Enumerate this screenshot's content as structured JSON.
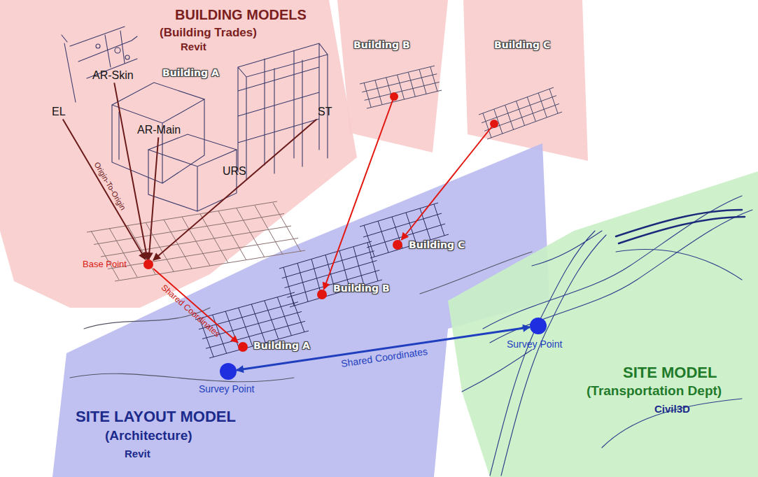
{
  "diagram": {
    "nodes": [
      {
        "text": [
          "BUILDING MODELS",
          "(Building Trades)",
          "Revit",
          "Building A"
        ]
      },
      {
        "text": [
          "EL"
        ],
        "in": 0
      },
      {
        "text": [
          "AR-Skin"
        ],
        "in": 0
      },
      {
        "text": [
          "AR-Main"
        ],
        "in": 0
      },
      {
        "text": [
          "ST"
        ],
        "in": 0
      },
      {
        "text": [
          "Base Point"
        ],
        "in": 0
      },
      {
        "text": [
          "Building B"
        ]
      },
      {
        "text": [
          "Building C"
        ]
      },
      {
        "text": [
          "SITE LAYOUT MODEL",
          "(Architecture)",
          "Revit"
        ]
      },
      {
        "text": [
          "Building A"
        ],
        "in": 8
      },
      {
        "text": [
          "Building B"
        ],
        "in": 8
      },
      {
        "text": [
          "Building C"
        ],
        "in": 8
      },
      {
        "text": [
          "Survey Point"
        ],
        "in": 8
      },
      {
        "text": [
          "SITE MODEL",
          "(Transportation Dept)",
          "Civil3D"
        ]
      },
      {
        "text": [
          "Survey Point"
        ],
        "in": 13
      }
    ],
    "edges": [
      {
        "from": 1,
        "to": 5,
        "arrow": "to",
        "label": "Origin-To-Origin"
      },
      {
        "from": 2,
        "to": 5,
        "arrow": "to"
      },
      {
        "from": 3,
        "to": 5,
        "arrow": "to"
      },
      {
        "from": 4,
        "to": 5,
        "arrow": "to"
      },
      {
        "from": 5,
        "to": 9,
        "arrow": "to",
        "label": "Shared Coordinates"
      },
      {
        "from": 6,
        "to": 10,
        "arrow": "to"
      },
      {
        "from": 7,
        "to": 11,
        "arrow": "to"
      },
      {
        "from": 12,
        "to": 14,
        "arrow": "both",
        "label": "Shared Coordinates"
      }
    ],
    "labels": [
      "URS"
    ]
  }
}
